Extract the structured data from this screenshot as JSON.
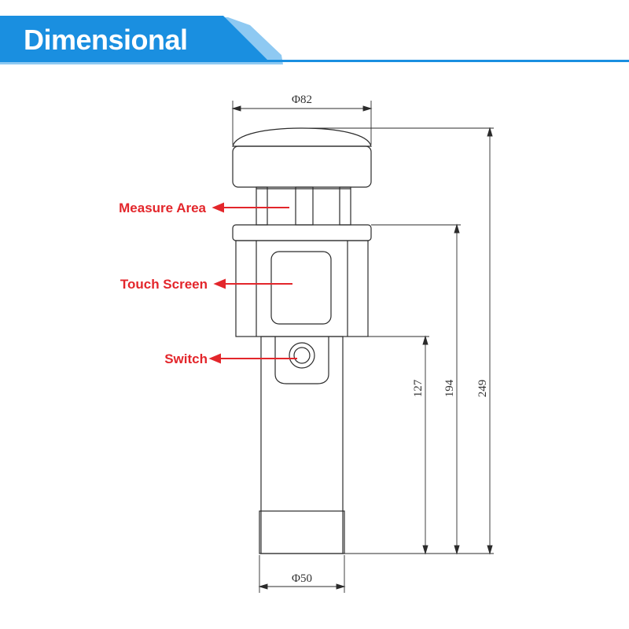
{
  "header": {
    "title": "Dimensional",
    "banner_color": "#1a8fe0",
    "rule_color": "#1a8fe0"
  },
  "callouts": {
    "measure_area": "Measure Area",
    "touch_screen": "Touch Screen",
    "switch": "Switch",
    "color": "#e3262b"
  },
  "dimensions": {
    "top_diameter": "Φ82",
    "bottom_diameter": "Φ50",
    "height_127": "127",
    "height_194": "194",
    "height_249": "249"
  }
}
